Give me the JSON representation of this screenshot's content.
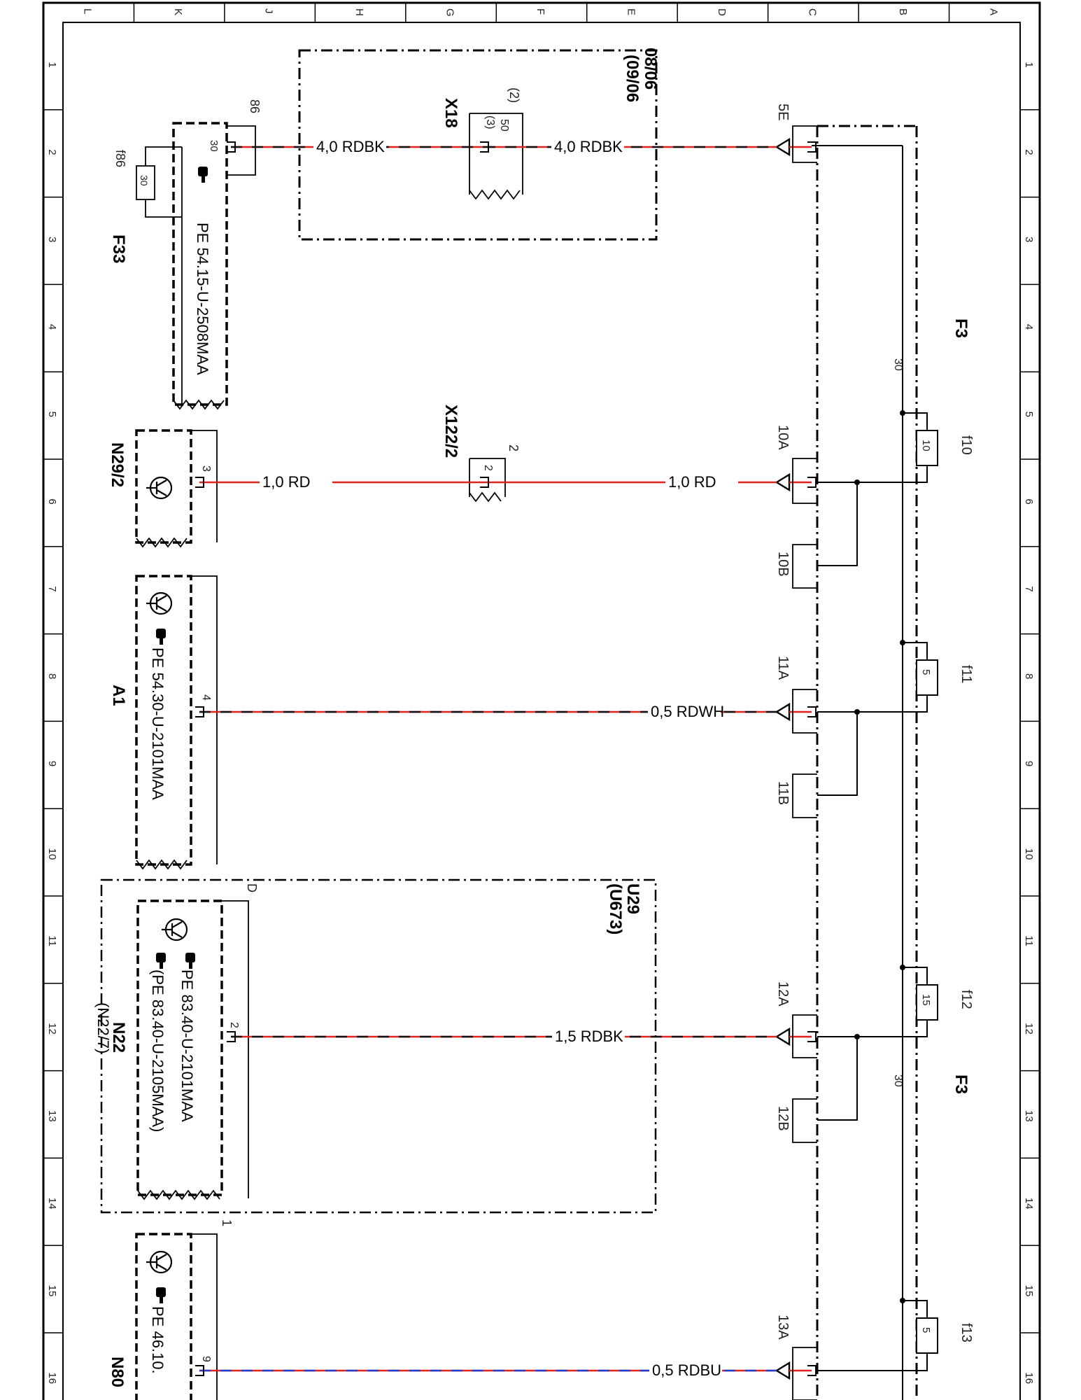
{
  "frame": {
    "top_letters": [
      "L",
      "K",
      "J",
      "H",
      "G",
      "F",
      "E",
      "D",
      "C",
      "B",
      "A"
    ],
    "side_numbers": [
      "1",
      "2",
      "3",
      "4",
      "5",
      "6",
      "7",
      "8",
      "9",
      "10",
      "11",
      "12",
      "13",
      "14",
      "15",
      "16"
    ]
  },
  "components": {
    "f33": {
      "ref": "F33",
      "fuse_name": "f86",
      "fuse_rating": "30",
      "pin_top": "86",
      "pin_in": "30",
      "pe_ref": "PE 54.15-U-2508MAA"
    },
    "x18": {
      "ref": "X18",
      "pin": "50",
      "pin_alt": "(3)",
      "pin_top": "(2)",
      "date_a": "08/06",
      "date_b": "(09/06"
    },
    "x122": {
      "ref": "X122/2",
      "pin": "2",
      "pin_top": "2"
    },
    "n29": {
      "ref": "N29/2",
      "pin": "3"
    },
    "a1": {
      "ref": "A1",
      "pin": "4",
      "pe_ref": "PE 54.30-U-2101MAA"
    },
    "u29": {
      "ref": "U29",
      "ref_alt": "(U673)",
      "pin_top": "D",
      "n_ref": "N22",
      "n_ref_alt": "(N22/7)",
      "pin": "2",
      "pe_ref": "PE 83.40-U-2101MAA",
      "pe_ref_alt": "(PE 83.40-U-2105MAA)"
    },
    "n80": {
      "ref": "N80",
      "pin": "9",
      "pin_top": "1",
      "pe_ref": "PE 46.10."
    },
    "f3": {
      "ref": "F3",
      "ref_b": "F3",
      "bus": "30",
      "bus_b": "30"
    }
  },
  "fuses": [
    {
      "name": "f10",
      "rating": "10"
    },
    {
      "name": "f11",
      "rating": "5"
    },
    {
      "name": "f12",
      "rating": "15"
    },
    {
      "name": "f13",
      "rating": "5"
    }
  ],
  "connectors": [
    "5E",
    "10A",
    "10B",
    "11A",
    "11B",
    "12A",
    "12B",
    "13A"
  ],
  "wires": [
    {
      "spec": "4,0 RDBK",
      "colors": [
        "#e3231b",
        "#111111"
      ]
    },
    {
      "spec": "4,0 RDBK",
      "colors": [
        "#e3231b",
        "#111111"
      ]
    },
    {
      "spec": "1,0 RD",
      "colors": [
        "#e3231b"
      ]
    },
    {
      "spec": "1,0 RD",
      "colors": [
        "#e3231b"
      ]
    },
    {
      "spec": "0,5 RDWH",
      "colors": [
        "#e3231b",
        "#111111"
      ]
    },
    {
      "spec": "1,5 RDBK",
      "colors": [
        "#e3231b",
        "#111111"
      ]
    },
    {
      "spec": "0,5 RDBU",
      "colors": [
        "#e3231b",
        "#1f3fd1"
      ]
    }
  ]
}
